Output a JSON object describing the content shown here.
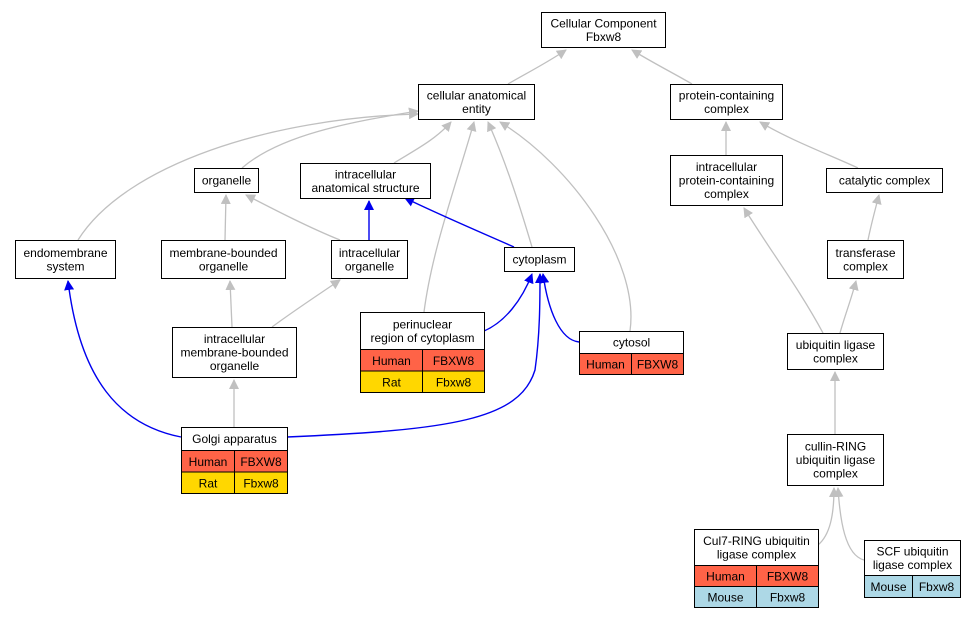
{
  "colors": {
    "human": "#ff6347",
    "rat": "#ffd700",
    "mouse": "#add8e6",
    "edge_gray": "#c0c0c0",
    "edge_blue": "#0000ee"
  },
  "nodes": {
    "root": {
      "lines": [
        "Cellular Component",
        "Fbxw8"
      ]
    },
    "cellular_anatomical_entity": {
      "lines": [
        "cellular anatomical",
        "entity"
      ]
    },
    "protein_containing_complex": {
      "lines": [
        "protein-containing",
        "complex"
      ]
    },
    "organelle": {
      "lines": [
        "organelle"
      ]
    },
    "intracellular_anatomical_structure": {
      "lines": [
        "intracellular",
        "anatomical structure"
      ]
    },
    "intracellular_protein_containing_complex": {
      "lines": [
        "intracellular",
        "protein-containing",
        "complex"
      ]
    },
    "catalytic_complex": {
      "lines": [
        "catalytic complex"
      ]
    },
    "endomembrane_system": {
      "lines": [
        "endomembrane",
        "system"
      ]
    },
    "membrane_bounded_organelle": {
      "lines": [
        "membrane-bounded",
        "organelle"
      ]
    },
    "intracellular_organelle": {
      "lines": [
        "intracellular",
        "organelle"
      ]
    },
    "cytoplasm": {
      "lines": [
        "cytoplasm"
      ]
    },
    "transferase_complex": {
      "lines": [
        "transferase",
        "complex"
      ]
    },
    "perinuclear_region": {
      "lines": [
        "perinuclear",
        "region of cytoplasm"
      ],
      "annotations": [
        {
          "species": "Human",
          "gene": "FBXW8"
        },
        {
          "species": "Rat",
          "gene": "Fbxw8"
        }
      ]
    },
    "cytosol": {
      "lines": [
        "cytosol"
      ],
      "annotations": [
        {
          "species": "Human",
          "gene": "FBXW8"
        }
      ]
    },
    "intracellular_membrane_bounded_organelle": {
      "lines": [
        "intracellular",
        "membrane-bounded",
        "organelle"
      ]
    },
    "ubiquitin_ligase_complex": {
      "lines": [
        "ubiquitin ligase",
        "complex"
      ]
    },
    "golgi_apparatus": {
      "lines": [
        "Golgi apparatus"
      ],
      "annotations": [
        {
          "species": "Human",
          "gene": "FBXW8"
        },
        {
          "species": "Rat",
          "gene": "Fbxw8"
        }
      ]
    },
    "cullin_ring_ubiquitin_ligase_complex": {
      "lines": [
        "cullin-RING",
        "ubiquitin ligase",
        "complex"
      ]
    },
    "cul7_ring_ubiquitin_ligase_complex": {
      "lines": [
        "Cul7-RING ubiquitin",
        "ligase complex"
      ],
      "annotations": [
        {
          "species": "Human",
          "gene": "FBXW8"
        },
        {
          "species": "Mouse",
          "gene": "Fbxw8"
        }
      ]
    },
    "scf_ubiquitin_ligase_complex": {
      "lines": [
        "SCF ubiquitin",
        "ligase complex"
      ],
      "annotations": [
        {
          "species": "Mouse",
          "gene": "Fbxw8"
        }
      ]
    }
  },
  "edges": [
    {
      "from": "cellular_anatomical_entity",
      "to": "root",
      "kind": "gray"
    },
    {
      "from": "protein_containing_complex",
      "to": "root",
      "kind": "gray"
    },
    {
      "from": "organelle",
      "to": "cellular_anatomical_entity",
      "kind": "gray"
    },
    {
      "from": "intracellular_anatomical_structure",
      "to": "cellular_anatomical_entity",
      "kind": "gray"
    },
    {
      "from": "endomembrane_system",
      "to": "cellular_anatomical_entity",
      "kind": "gray"
    },
    {
      "from": "perinuclear_region",
      "to": "cellular_anatomical_entity",
      "kind": "gray"
    },
    {
      "from": "cytoplasm",
      "to": "cellular_anatomical_entity",
      "kind": "gray"
    },
    {
      "from": "cytosol",
      "to": "cellular_anatomical_entity",
      "kind": "gray"
    },
    {
      "from": "intracellular_protein_containing_complex",
      "to": "protein_containing_complex",
      "kind": "gray"
    },
    {
      "from": "catalytic_complex",
      "to": "protein_containing_complex",
      "kind": "gray"
    },
    {
      "from": "membrane_bounded_organelle",
      "to": "organelle",
      "kind": "gray"
    },
    {
      "from": "intracellular_organelle",
      "to": "organelle",
      "kind": "gray"
    },
    {
      "from": "intracellular_organelle",
      "to": "intracellular_anatomical_structure",
      "kind": "blue"
    },
    {
      "from": "cytoplasm",
      "to": "intracellular_anatomical_structure",
      "kind": "blue"
    },
    {
      "from": "transferase_complex",
      "to": "catalytic_complex",
      "kind": "gray"
    },
    {
      "from": "ubiquitin_ligase_complex",
      "to": "intracellular_protein_containing_complex",
      "kind": "gray"
    },
    {
      "from": "ubiquitin_ligase_complex",
      "to": "transferase_complex",
      "kind": "gray"
    },
    {
      "from": "intracellular_membrane_bounded_organelle",
      "to": "membrane_bounded_organelle",
      "kind": "gray"
    },
    {
      "from": "intracellular_membrane_bounded_organelle",
      "to": "intracellular_organelle",
      "kind": "gray"
    },
    {
      "from": "perinuclear_region",
      "to": "cytoplasm",
      "kind": "blue"
    },
    {
      "from": "cytosol",
      "to": "cytoplasm",
      "kind": "blue"
    },
    {
      "from": "golgi_apparatus",
      "to": "cytoplasm",
      "kind": "blue"
    },
    {
      "from": "golgi_apparatus",
      "to": "endomembrane_system",
      "kind": "blue"
    },
    {
      "from": "golgi_apparatus",
      "to": "intracellular_membrane_bounded_organelle",
      "kind": "gray"
    },
    {
      "from": "cullin_ring_ubiquitin_ligase_complex",
      "to": "ubiquitin_ligase_complex",
      "kind": "gray"
    },
    {
      "from": "cul7_ring_ubiquitin_ligase_complex",
      "to": "cullin_ring_ubiquitin_ligase_complex",
      "kind": "gray"
    },
    {
      "from": "scf_ubiquitin_ligase_complex",
      "to": "cullin_ring_ubiquitin_ligase_complex",
      "kind": "gray"
    }
  ]
}
